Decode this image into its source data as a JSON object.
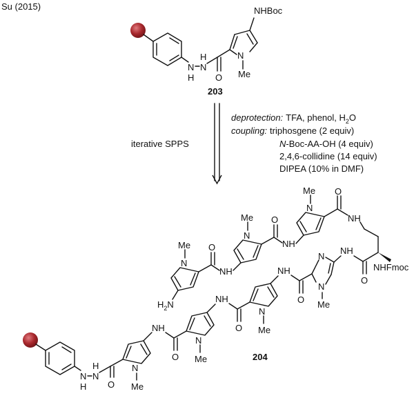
{
  "citation": "Su (2015)",
  "reactant": {
    "compound_number": "203",
    "labels": {
      "nhboc": "NHBoc",
      "nitrogen": "N",
      "me": "Me",
      "hydrazide_h1": "H",
      "hydrazide_n1": "N",
      "hydrazide_n2": "N",
      "hydrazide_h2": "H",
      "carbonyl_o": "O"
    }
  },
  "arrow_label_left": "iterative SPPS",
  "conditions": {
    "deprotection_label": "deprotection:",
    "deprotection_reagents": "TFA, phenol, H",
    "deprotection_sub": "2",
    "deprotection_tail": "O",
    "coupling_label": "coupling:",
    "coupling_reagent": "triphosgene (2 equiv)",
    "line3_italic": "N",
    "line3_rest": "-Boc-AA-OH (4 equiv)",
    "line4": "2,4,6-collidine (14 equiv)",
    "line5": "DIPEA (10% in DMF)"
  },
  "product": {
    "compound_number": "204",
    "labels": {
      "me": "Me",
      "n": "N",
      "o": "O",
      "nh": "NH",
      "h": "H",
      "nhfmoc": "NHFmoc",
      "h2n": "H",
      "h2n_sub": "2",
      "h2n_n": "N"
    }
  },
  "colors": {
    "resin": "#a8282d",
    "line": "#111111",
    "text": "#111111"
  }
}
